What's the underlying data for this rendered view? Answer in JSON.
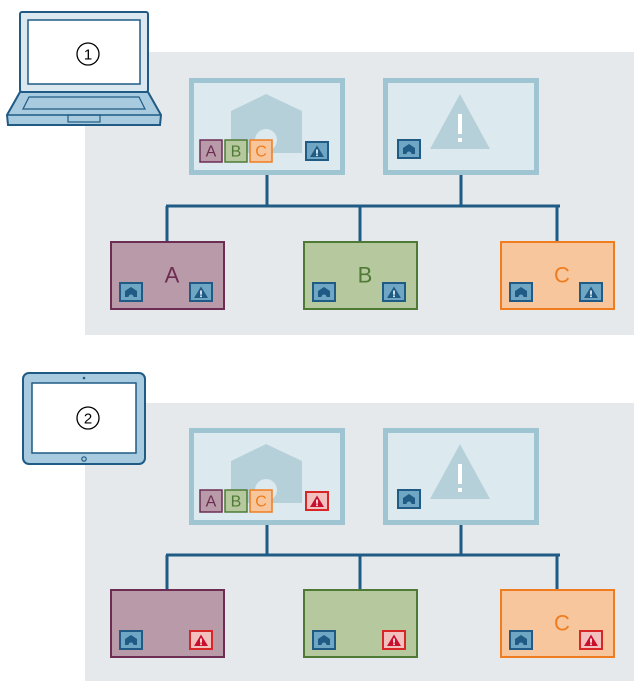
{
  "colors": {
    "panel_bg": "#e6e9ec",
    "screen_border": "#9fc5d3",
    "screen_fill": "#dceaf0",
    "screen_icon": "#b6d0da",
    "bus_line": "#1f5b84",
    "device_border": "#1f5b84",
    "device_fill": "#dbe8f0",
    "a_fill": "#b89aa8",
    "a_border": "#6d2d52",
    "a_text": "#6d2d52",
    "b_fill": "#b6c99e",
    "b_border": "#4f7a35",
    "b_text": "#4f7a35",
    "c_fill": "#f8c69c",
    "c_border": "#ef7d1f",
    "c_text": "#ef7d1f",
    "icon_normal_fill": "#6fa6c3",
    "icon_normal_border": "#1f5b84",
    "icon_alarm_fill": "#f3c0c0",
    "icon_alarm_border": "#d82626",
    "icon_alarm_glyph": "#c8102e"
  },
  "scenarios": [
    {
      "number": "①",
      "device": "laptop-icon",
      "summary_tags": [
        "A",
        "B",
        "C"
      ],
      "summary_warning": "normal",
      "nodes": [
        {
          "id": "a",
          "label": "A",
          "warning": "normal"
        },
        {
          "id": "b",
          "label": "B",
          "warning": "normal"
        },
        {
          "id": "c",
          "label": "C",
          "warning": "normal"
        }
      ]
    },
    {
      "number": "②",
      "device": "tablet-icon",
      "summary_tags": [
        "A",
        "B",
        "C"
      ],
      "summary_warning": "alarm",
      "nodes": [
        {
          "id": "a",
          "label": "",
          "warning": "alarm"
        },
        {
          "id": "b",
          "label": "",
          "warning": "alarm"
        },
        {
          "id": "c",
          "label": "C",
          "warning": "alarm"
        }
      ]
    }
  ]
}
